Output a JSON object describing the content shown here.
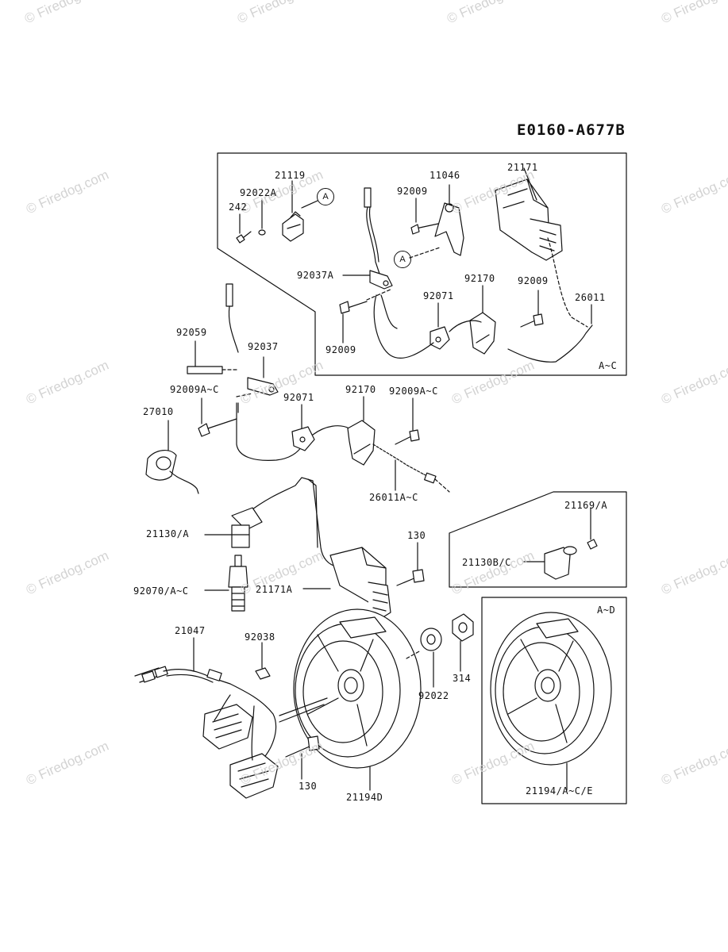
{
  "diagram_code": "E0160-A677B",
  "watermark": "© Firedog.com",
  "callout": "A",
  "inset_tags": {
    "upper_inset": "A~C",
    "lower_right_inset": "A~D"
  },
  "part_numbers": {
    "p21119": "21119",
    "p92022A": "92022A",
    "p242": "242",
    "p11046": "11046",
    "p92009_top": "92009",
    "p21171": "21171",
    "p92037A": "92037A",
    "p92170_inset": "92170",
    "p92009_inset_r": "92009",
    "p92071_inset": "92071",
    "p26011": "26011",
    "p92009_inset_l": "92009",
    "p92059": "92059",
    "p92037": "92037",
    "p92009AC_left": "92009A~C",
    "p92071": "92071",
    "p92170": "92170",
    "p92009AC_right": "92009A~C",
    "p27010": "27010",
    "p26011AC": "26011A~C",
    "p21169A": "21169/A",
    "p21130A": "21130/A",
    "p130_top": "130",
    "p21130BC": "21130B/C",
    "p92070AC": "92070/A~C",
    "p21171A": "21171A",
    "p21047": "21047",
    "p92038": "92038",
    "p314": "314",
    "p92022": "92022",
    "p130_bottom": "130",
    "p21194D": "21194D",
    "p21194ACE": "21194/A~C/E"
  }
}
